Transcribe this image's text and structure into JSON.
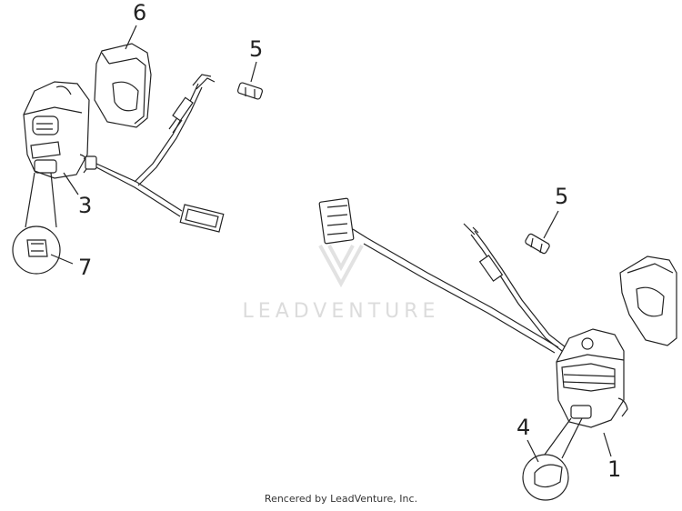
{
  "diagram": {
    "callouts": {
      "part_1": "1",
      "part_3": "3",
      "part_4": "4",
      "part_5_left": "5",
      "part_5_right": "5",
      "part_6": "6",
      "part_7": "7"
    },
    "watermark": "LEADVENTURE",
    "footer": "Rencered by LeadVenture, Inc."
  }
}
